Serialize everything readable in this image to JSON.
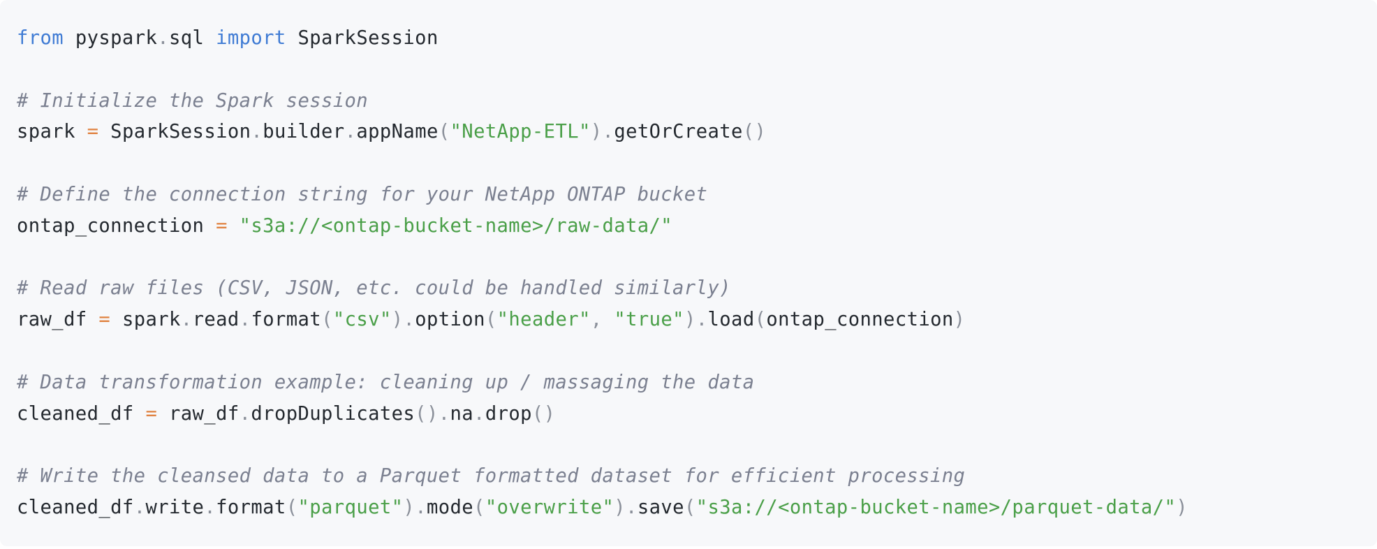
{
  "code_block": {
    "language": "python",
    "colors": {
      "background": "#f7f8fa",
      "text": "#24292f",
      "keyword": "#3f7bd4",
      "string": "#4a9f48",
      "operator": "#e0813f",
      "punctuation": "#8b909a",
      "comment": "#7b8090"
    },
    "lines": [
      [
        {
          "t": "kw",
          "v": "from"
        },
        {
          "t": "tx",
          "v": " pyspark"
        },
        {
          "t": "pn",
          "v": "."
        },
        {
          "t": "tx",
          "v": "sql "
        },
        {
          "t": "kw",
          "v": "import"
        },
        {
          "t": "tx",
          "v": " SparkSession"
        }
      ],
      [],
      [
        {
          "t": "cm",
          "v": "# Initialize the Spark session"
        }
      ],
      [
        {
          "t": "tx",
          "v": "spark "
        },
        {
          "t": "op",
          "v": "="
        },
        {
          "t": "tx",
          "v": " SparkSession"
        },
        {
          "t": "pn",
          "v": "."
        },
        {
          "t": "tx",
          "v": "builder"
        },
        {
          "t": "pn",
          "v": "."
        },
        {
          "t": "tx",
          "v": "appName"
        },
        {
          "t": "pn",
          "v": "("
        },
        {
          "t": "str",
          "v": "\"NetApp-ETL\""
        },
        {
          "t": "pn",
          "v": ")."
        },
        {
          "t": "tx",
          "v": "getOrCreate"
        },
        {
          "t": "pn",
          "v": "()"
        }
      ],
      [],
      [
        {
          "t": "cm",
          "v": "# Define the connection string for your NetApp ONTAP bucket"
        }
      ],
      [
        {
          "t": "tx",
          "v": "ontap_connection "
        },
        {
          "t": "op",
          "v": "="
        },
        {
          "t": "tx",
          "v": " "
        },
        {
          "t": "str",
          "v": "\"s3a://<ontap-bucket-name>/raw-data/\""
        }
      ],
      [],
      [
        {
          "t": "cm",
          "v": "# Read raw files (CSV, JSON, etc. could be handled similarly)"
        }
      ],
      [
        {
          "t": "tx",
          "v": "raw_df "
        },
        {
          "t": "op",
          "v": "="
        },
        {
          "t": "tx",
          "v": " spark"
        },
        {
          "t": "pn",
          "v": "."
        },
        {
          "t": "tx",
          "v": "read"
        },
        {
          "t": "pn",
          "v": "."
        },
        {
          "t": "tx",
          "v": "format"
        },
        {
          "t": "pn",
          "v": "("
        },
        {
          "t": "str",
          "v": "\"csv\""
        },
        {
          "t": "pn",
          "v": ")."
        },
        {
          "t": "tx",
          "v": "option"
        },
        {
          "t": "pn",
          "v": "("
        },
        {
          "t": "str",
          "v": "\"header\""
        },
        {
          "t": "pn",
          "v": ", "
        },
        {
          "t": "str",
          "v": "\"true\""
        },
        {
          "t": "pn",
          "v": ")."
        },
        {
          "t": "tx",
          "v": "load"
        },
        {
          "t": "pn",
          "v": "("
        },
        {
          "t": "tx",
          "v": "ontap_connection"
        },
        {
          "t": "pn",
          "v": ")"
        }
      ],
      [],
      [
        {
          "t": "cm",
          "v": "# Data transformation example: cleaning up / massaging the data"
        }
      ],
      [
        {
          "t": "tx",
          "v": "cleaned_df "
        },
        {
          "t": "op",
          "v": "="
        },
        {
          "t": "tx",
          "v": " raw_df"
        },
        {
          "t": "pn",
          "v": "."
        },
        {
          "t": "tx",
          "v": "dropDuplicates"
        },
        {
          "t": "pn",
          "v": "()."
        },
        {
          "t": "tx",
          "v": "na"
        },
        {
          "t": "pn",
          "v": "."
        },
        {
          "t": "tx",
          "v": "drop"
        },
        {
          "t": "pn",
          "v": "()"
        }
      ],
      [],
      [
        {
          "t": "cm",
          "v": "# Write the cleansed data to a Parquet formatted dataset for efficient processing"
        }
      ],
      [
        {
          "t": "tx",
          "v": "cleaned_df"
        },
        {
          "t": "pn",
          "v": "."
        },
        {
          "t": "tx",
          "v": "write"
        },
        {
          "t": "pn",
          "v": "."
        },
        {
          "t": "tx",
          "v": "format"
        },
        {
          "t": "pn",
          "v": "("
        },
        {
          "t": "str",
          "v": "\"parquet\""
        },
        {
          "t": "pn",
          "v": ")."
        },
        {
          "t": "tx",
          "v": "mode"
        },
        {
          "t": "pn",
          "v": "("
        },
        {
          "t": "str",
          "v": "\"overwrite\""
        },
        {
          "t": "pn",
          "v": ")."
        },
        {
          "t": "tx",
          "v": "save"
        },
        {
          "t": "pn",
          "v": "("
        },
        {
          "t": "str",
          "v": "\"s3a://<ontap-bucket-name>/parquet-data/\""
        },
        {
          "t": "pn",
          "v": ")"
        }
      ]
    ]
  }
}
